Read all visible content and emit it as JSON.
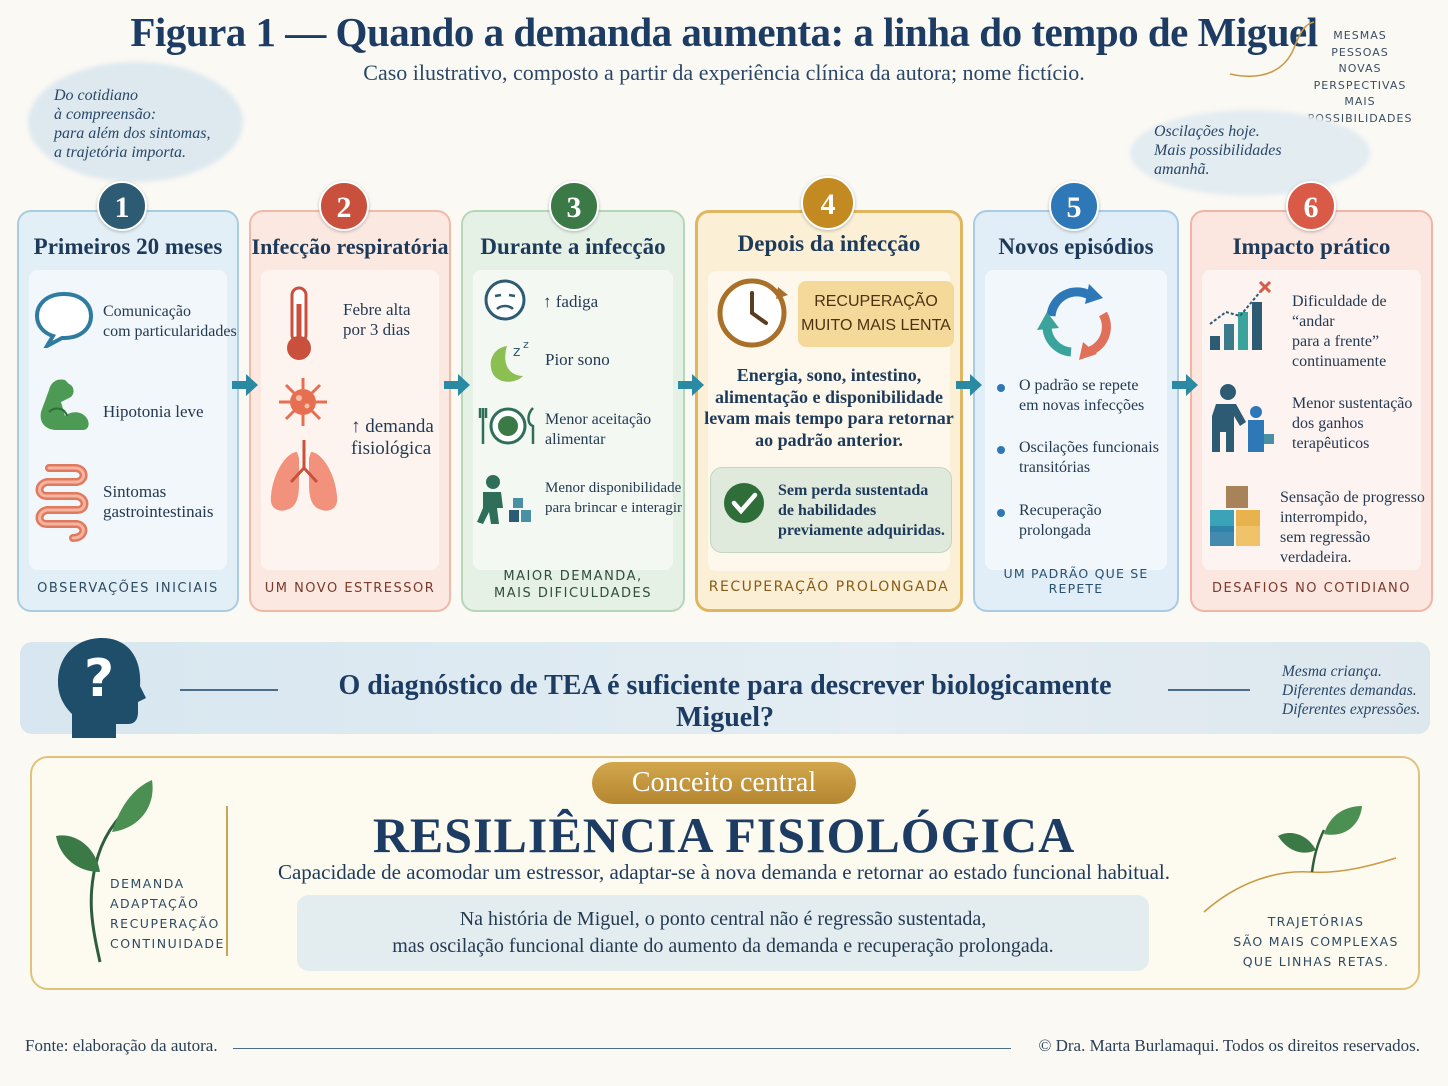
{
  "header": {
    "title": "Figura 1 — Quando a demanda aumenta: a linha do tempo de Miguel",
    "subtitle": "Caso ilustrativo, composto a partir da experiência clínica da autora; nome fictício.",
    "top_right_lines": [
      "MESMAS",
      "PESSOAS",
      "NOVAS",
      "PERSPECTIVAS",
      "MAIS POSSIBILIDADES"
    ],
    "left_note_lines": [
      "Do cotidiano",
      "à compreensão:",
      "para além dos sintomas,",
      "a trajetória importa."
    ],
    "right_note_lines": [
      "Oscilações hoje.",
      "Mais possibilidades",
      "amanhã."
    ]
  },
  "cards": [
    {
      "number": "1",
      "title": "Primeiros 20 meses",
      "footer": [
        "OBSERVAÇÕES INICIAIS"
      ],
      "items": [
        [
          "Comunicação",
          "com particularidades"
        ],
        [
          "Hipotonia leve"
        ],
        [
          "Sintomas",
          "gastrointestinais"
        ]
      ]
    },
    {
      "number": "2",
      "title": "Infecção respiratória",
      "footer": [
        "UM NOVO ESTRESSOR"
      ],
      "items": [
        [
          "Febre alta",
          "por 3 dias"
        ],
        [
          "↑ demanda",
          "fisiológica"
        ]
      ]
    },
    {
      "number": "3",
      "title": "Durante a infecção",
      "footer": [
        "MAIOR DEMANDA,",
        "MAIS DIFICULDADES"
      ],
      "items": [
        [
          "↑ fadiga"
        ],
        [
          "Pior sono"
        ],
        [
          "Menor aceitação",
          "alimentar"
        ],
        [
          "Menor disponibilidade",
          "para brincar e interagir"
        ]
      ]
    },
    {
      "number": "4",
      "title": "Depois da infecção",
      "footer": [
        "RECUPERAÇÃO PROLONGADA"
      ],
      "badge": [
        "RECUPERAÇÃO",
        "MUITO MAIS LENTA"
      ],
      "text": [
        "Energia, sono, intestino,",
        "alimentação e disponibilidade",
        "levam mais tempo para retornar",
        "ao padrão anterior."
      ],
      "check": [
        "Sem perda sustentada",
        "de habilidades",
        "previamente adquiridas."
      ]
    },
    {
      "number": "5",
      "title": "Novos episódios",
      "footer": [
        "UM PADRÃO QUE SE REPETE"
      ],
      "items": [
        [
          "O padrão se repete",
          "em novas infecções"
        ],
        [
          "Oscilações funcionais",
          "transitórias"
        ],
        [
          "Recuperação",
          "prolongada"
        ]
      ]
    },
    {
      "number": "6",
      "title": "Impacto prático",
      "footer": [
        "DESAFIOS NO COTIDIANO"
      ],
      "items": [
        [
          "Dificuldade de “andar",
          "para a frente”",
          "continuamente"
        ],
        [
          "Menor sustentação",
          "dos ganhos",
          "terapêuticos"
        ],
        [
          "Sensação de progresso",
          "interrompido,",
          "sem regressão",
          "verdadeira."
        ]
      ]
    }
  ],
  "question": {
    "text": "O diagnóstico de TEA é suficiente para descrever biologicamente Miguel?",
    "side_lines": [
      "Mesma criança.",
      "Diferentes demandas.",
      "Diferentes expressões."
    ]
  },
  "concept": {
    "badge": "Conceito central",
    "title": "RESILIÊNCIA FISIOLÓGICA",
    "definition": "Capacidade de acomodar um estressor, adaptar-se à nova demanda e retornar ao estado funcional habitual.",
    "note_lines": [
      "Na história de Miguel, o ponto central não é regressão sustentada,",
      "mas oscilação funcional diante do aumento da demanda e recuperação prolongada."
    ],
    "left_words": [
      "DEMANDA",
      "ADAPTAÇÃO",
      "RECUPERAÇÃO",
      "CONTINUIDADE"
    ],
    "right_lines": [
      "TRAJETÓRIAS",
      "SÃO MAIS COMPLEXAS",
      "QUE LINHAS RETAS."
    ]
  },
  "footer": {
    "source": "Fonte: elaboração da autora.",
    "copyright": "© Dra. Marta Burlamaqui. Todos os direitos reservados."
  },
  "colors": {
    "card1": "#2d5b73",
    "card2": "#c9503c",
    "card3": "#3b7a46",
    "card4": "#c48a22",
    "card5": "#2e78b8",
    "card6": "#d95b47",
    "arrow": "#2a8aa3",
    "navy": "#1d3c63"
  }
}
